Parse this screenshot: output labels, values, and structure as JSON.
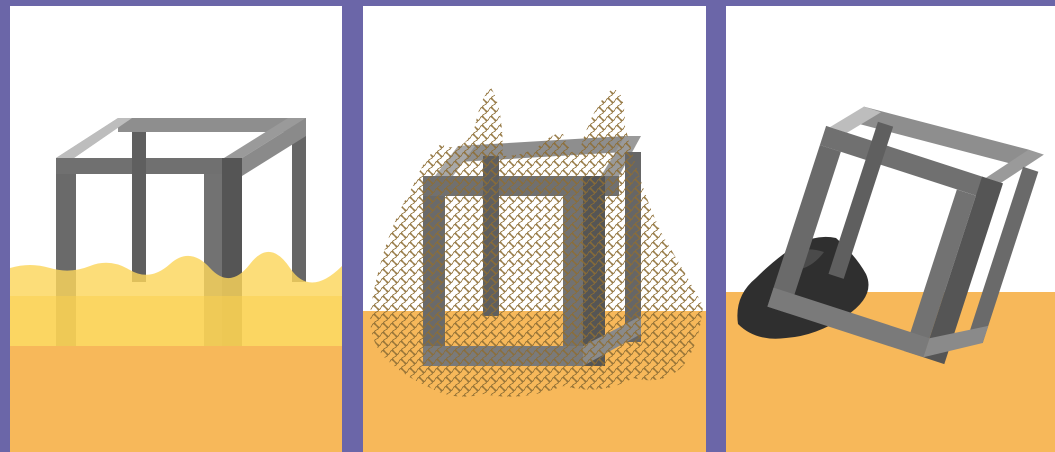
{
  "colors": {
    "frame": "#6b66a8",
    "sky": "#ffffff",
    "sand": "#f7b85a",
    "sand_light": "#fbd55c",
    "cube_top": "#9a9a9a",
    "cube_front": "#6f6f6f",
    "cube_side": "#5a5a5a",
    "net": "#9c7a40",
    "rock": "#333333"
  },
  "panels": [
    {
      "scene": "cube-partly-buried-in-sand"
    },
    {
      "scene": "cube-covered-by-net"
    },
    {
      "scene": "cube-tilted-against-rock"
    }
  ]
}
